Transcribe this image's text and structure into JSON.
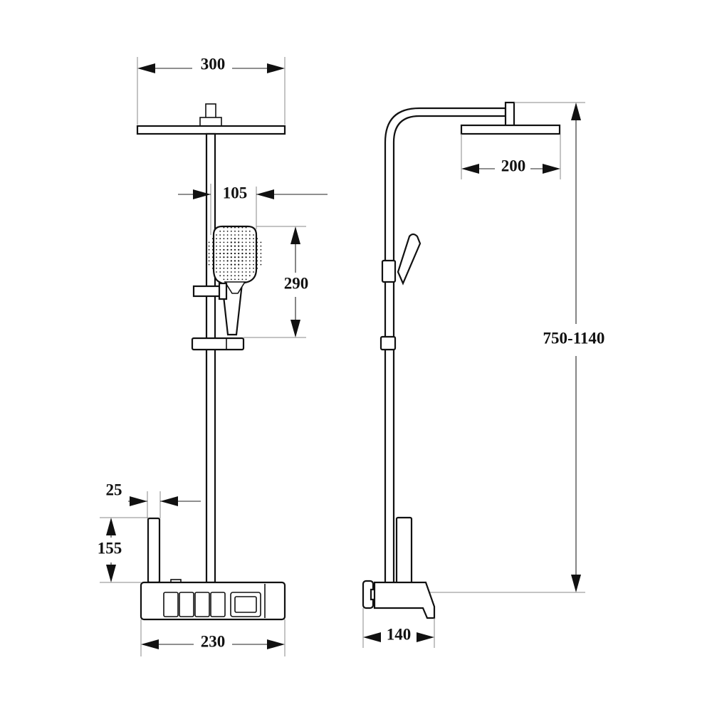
{
  "dimensions": {
    "front_head_width": "300",
    "handshower_offset": "105",
    "handshower_length": "290",
    "handle_offset": "25",
    "handle_height": "155",
    "front_body_width": "230",
    "side_head_depth": "200",
    "height_range": "750-1140",
    "side_body_depth": "140"
  }
}
